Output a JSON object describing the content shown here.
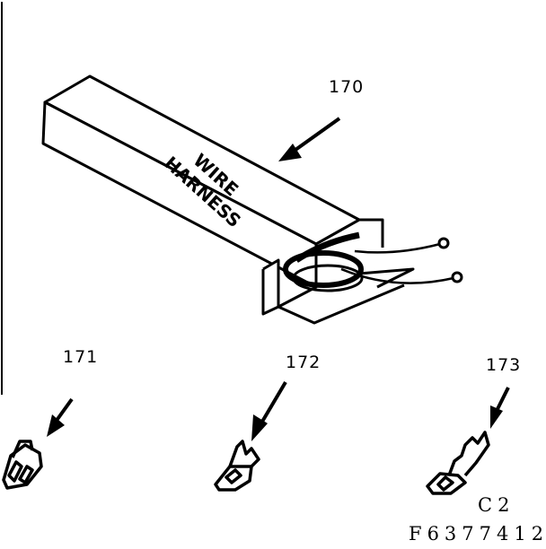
{
  "diagram": {
    "type": "exploded parts diagram",
    "colors": {
      "ink": "#000000",
      "paper": "#ffffff"
    },
    "box_text": {
      "line1": "WIRE",
      "line2": "HARNESS"
    },
    "parts": [
      {
        "callout": "170",
        "name": "wire harness (boxed)"
      },
      {
        "callout": "171",
        "name": "terminal"
      },
      {
        "callout": "172",
        "name": "terminal"
      },
      {
        "callout": "173",
        "name": "terminal"
      }
    ],
    "footer": {
      "section": "C2",
      "figure_code": "F6377412"
    }
  }
}
